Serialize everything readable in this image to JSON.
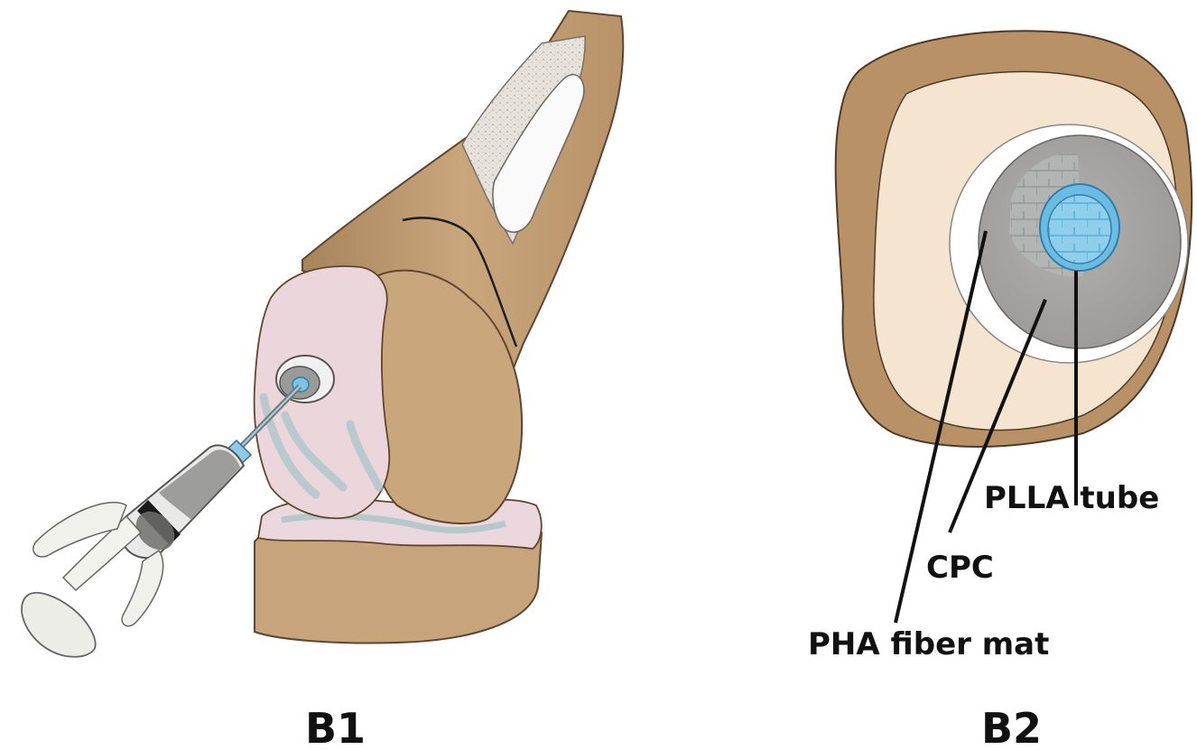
{
  "panels": {
    "b1": {
      "label": "B1"
    },
    "b2": {
      "label": "B2",
      "callouts": {
        "plla": "PLLA tube",
        "cpc": "CPC",
        "pha": "PHA fiber mat"
      }
    }
  },
  "colors": {
    "bone": "#C6A279",
    "bone_dark": "#8E6B47",
    "cartilage": "#EDD9DF",
    "cartilage_shadow": "#A9C6C8",
    "marrow": "#F3E3CF",
    "cpc_gray": "#A7A6A4",
    "plla_blue": "#7CC3E5",
    "fiber_white": "#FFFFFF",
    "line": "#111111"
  }
}
